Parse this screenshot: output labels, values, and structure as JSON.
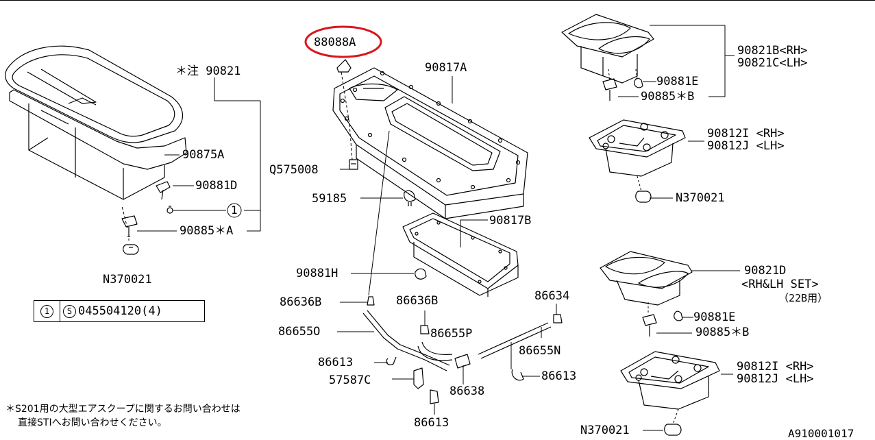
{
  "parts": {
    "p88088A": "88088A",
    "p90817A": "90817A",
    "p90821_note": "＊注 90821",
    "p90875A": "90875A",
    "p90881D": "90881D",
    "circle_ref": "1",
    "p90885A": "90885＊A",
    "pN370021_left": "N370021",
    "pQ575008": "Q575008",
    "p59185": "59185",
    "p90817B": "90817B",
    "p90881H": "90881H",
    "p86636B_left": "86636B",
    "p86636B_right": "86636B",
    "p86634": "86634",
    "p86655O": "86655O",
    "p86655P": "86655P",
    "p86655N": "86655N",
    "p86613_a": "86613",
    "p86613_b": "86613",
    "p86613_c": "86613",
    "p57587C": "57587C",
    "p86638": "86638",
    "p90821B": "90821B<RH>",
    "p90821C": "90821C<LH>",
    "p90881E_top": "90881E",
    "p90885B_top": "90885＊B",
    "p90812I_top": "90812I <RH>",
    "p90812J_top": "90812J <LH>",
    "pN370021_right": "N370021",
    "p90821D": "90821D",
    "p90821D_set": "<RH&LH SET>",
    "p90821D_model": "（22B用）",
    "p90881E_bottom": "90881E",
    "p90885B_bottom": "90885＊B",
    "p90812I_bottom": "90812I <RH>",
    "p90812J_bottom": "90812J <LH>",
    "pN370021_bottom": "N370021"
  },
  "legend": {
    "circle": "1",
    "s_mark": "S",
    "code": "045504120(4)"
  },
  "note": {
    "line1": "＊S201用の大型エアスクープに関するお問い合わせは",
    "line2": "直接STIへお問い合わせください。"
  },
  "drawing_ref": "A910001017",
  "highlight_color": "#d9161d"
}
